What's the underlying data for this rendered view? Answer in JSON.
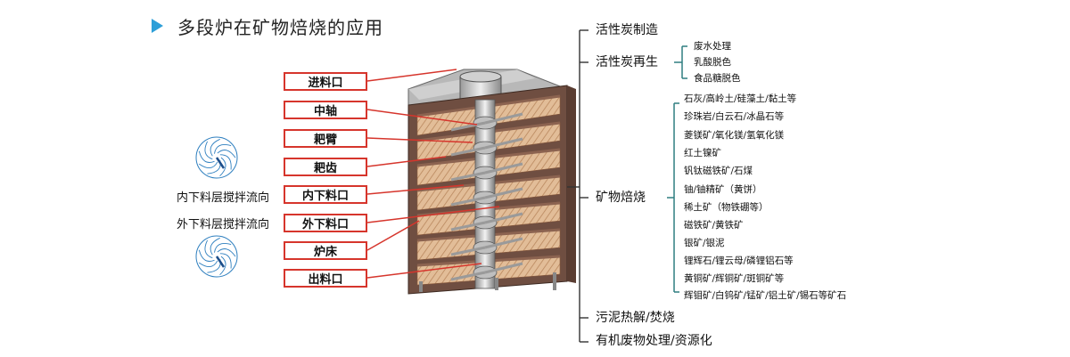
{
  "title": "多段炉在矿物焙烧的应用",
  "callouts": [
    "进料口",
    "中轴",
    "耙臂",
    "耙齿",
    "内下料口",
    "外下料口",
    "炉床",
    "出料口"
  ],
  "flow_labels": {
    "inner": "内下料层搅拌流向",
    "outer": "外下料层搅拌流向"
  },
  "applications": {
    "activated_carbon_making": "活性炭制造",
    "activated_carbon_regen": {
      "label": "活性炭再生",
      "items": [
        "废水处理",
        "乳酸脱色",
        "食品糖脱色"
      ]
    },
    "mineral_roasting": {
      "label": "矿物焙烧",
      "items": [
        "石灰/高岭土/硅藻土/黏土等",
        "珍珠岩/白云石/冰晶石等",
        "菱镁矿/氧化镁/氢氧化镁",
        "红土镍矿",
        "钒钛磁铁矿/石煤",
        "铀/铀精矿（黄饼）",
        "稀土矿（物铁硼等）",
        "磁铁矿/黄铁矿",
        "银矿/银泥",
        "锂辉石/锂云母/磷锂铝石等",
        "黄铜矿/辉铜矿/斑铜矿等",
        "辉钼矿/白钨矿/锰矿/铝土矿/锡石等矿石"
      ]
    },
    "sludge": "污泥热解/焚烧",
    "organic_waste": "有机废物处理/资源化"
  },
  "colors": {
    "accent": "#2e9fd8",
    "callout_border": "#d6352c",
    "tree_line": "#333333",
    "bracket": "#2f7e80",
    "furnace_wall": "#6f4e41",
    "hearth": "#d9b08c"
  }
}
